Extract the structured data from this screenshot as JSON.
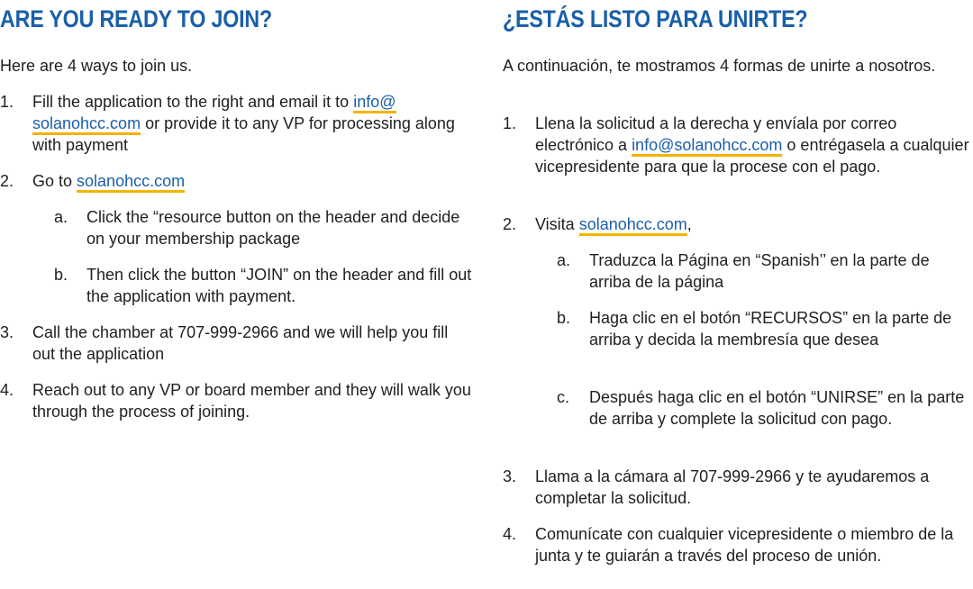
{
  "left": {
    "heading": "ARE YOU READY TO JOIN?",
    "intro": "Here are 4 ways to join us.",
    "item1": {
      "num": "1.",
      "before": "Fill the application to the right and email it to ",
      "link": "info@\nsolanohcc.com",
      "after": " or provide it to any VP for processing along with payment"
    },
    "item2": {
      "num": "2.",
      "before": "Go to ",
      "link": "solanohcc.com"
    },
    "item2a": {
      "num": "a.",
      "text": "Click the “resource button on the header and decide on your membership package"
    },
    "item2b": {
      "num": "b.",
      "text": "Then click the button “JOIN” on the header and fill out the application with payment."
    },
    "item3": {
      "num": "3.",
      "text": "Call the chamber at 707-999-2966 and we will help you fill out the application"
    },
    "item4": {
      "num": "4.",
      "text": "Reach out to any VP or board member and they will walk you through the process of joining."
    }
  },
  "right": {
    "heading": "¿ESTÁS LISTO PARA UNIRTE?",
    "intro": "A continuación, te mostramos 4 formas de unirte a nosotros.",
    "item1": {
      "num": "1.",
      "before": "Llena la solicitud a la derecha y envíala por correo electrónico a ",
      "link": "info@solanohcc.com",
      "after": " o entrégasela a cualquier vicepresidente para que la procese con el pago."
    },
    "item2": {
      "num": "2.",
      "before": "Visita ",
      "link": "solanohcc.com",
      "after": ","
    },
    "item2a": {
      "num": "a.",
      "text": "Traduzca la Página en “Spanish’’ en la parte de arriba de la página"
    },
    "item2b": {
      "num": "b.",
      "text": "Haga clic en el botón “RECURSOS” en la parte de arriba y decida la membresía que desea"
    },
    "item2c": {
      "num": "c.",
      "text": "Después haga clic en el botón “UNIRSE” en la parte de arriba y complete la solicitud con pago."
    },
    "item3": {
      "num": "3.",
      "text": "Llama a la cámara al 707-999-2966 y te ayudaremos a completar la solicitud."
    },
    "item4": {
      "num": "4.",
      "text": "Comunícate con cualquier vicepresidente o miembro de la junta y te guiarán a través del proceso de unión."
    }
  },
  "colors": {
    "heading": "#1a5fa8",
    "link": "#1a5fa8",
    "link_underline": "#f4b400",
    "text": "#1f1f1f"
  }
}
